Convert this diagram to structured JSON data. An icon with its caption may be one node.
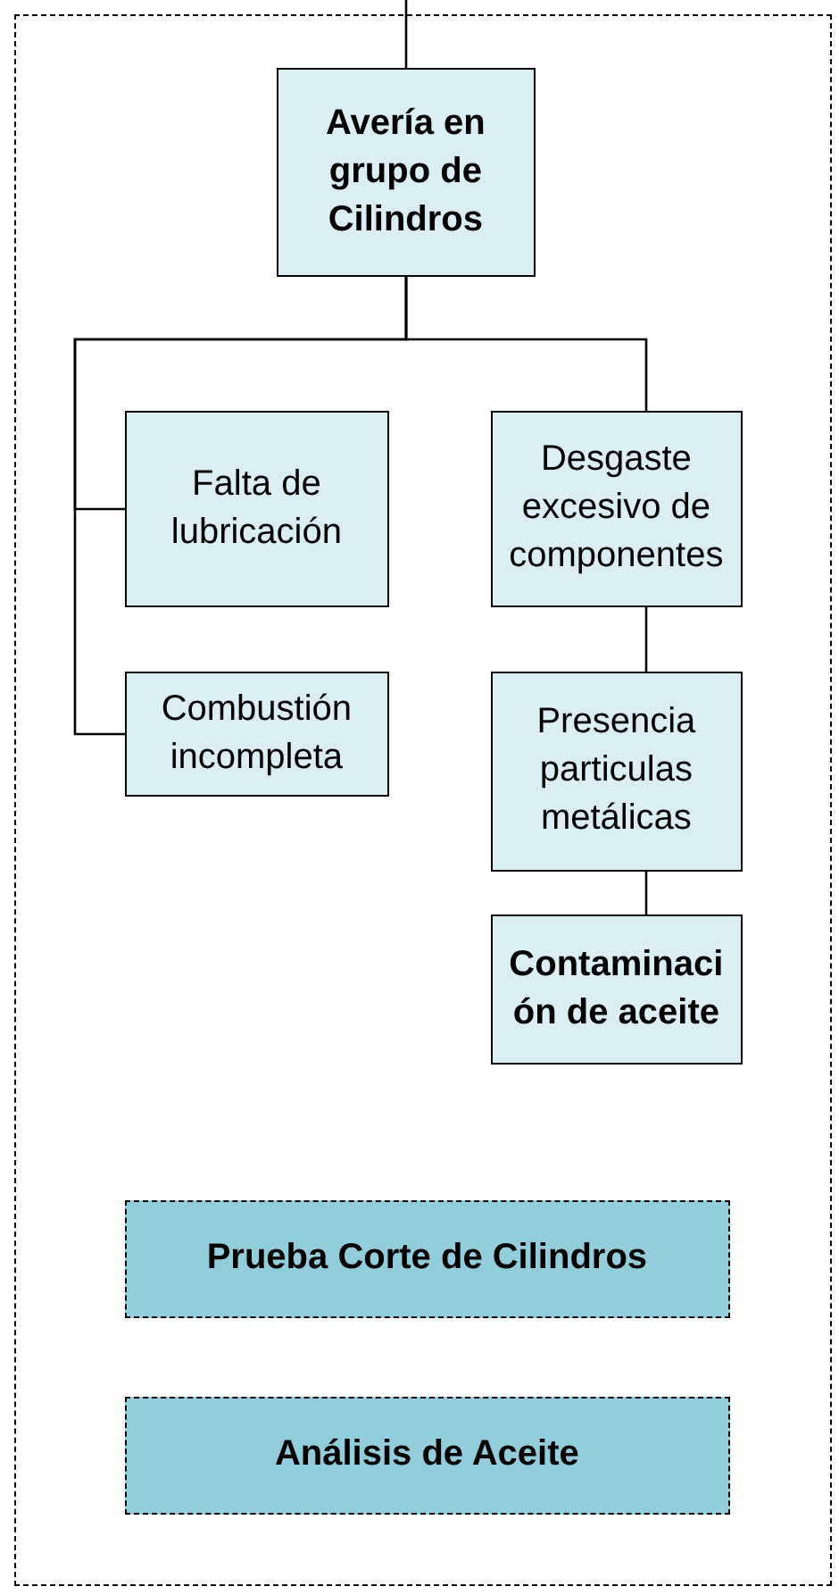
{
  "diagram": {
    "nodes": [
      {
        "text": [],
        "shape": "box"
      },
      {
        "text": [
          "Avería en grupo de Cilindros"
        ],
        "in": 0
      },
      {
        "text": [
          "Falta de lubricación"
        ],
        "in": 0
      },
      {
        "text": [
          "Desgaste excesivo de componentes"
        ],
        "in": 0
      },
      {
        "text": [
          "Combustión incompleta"
        ],
        "in": 0
      },
      {
        "text": [
          "Presencia particulas metálicas"
        ],
        "in": 0
      },
      {
        "text": [
          "Contaminación de aceite"
        ],
        "in": 0
      },
      {
        "text": [
          "Prueba Corte de Cilindros"
        ],
        "in": 0
      },
      {
        "text": [
          "Análisis de Aceite"
        ],
        "in": 0
      }
    ],
    "edges": [
      {
        "from": null,
        "to": 1,
        "arrow": "none"
      },
      {
        "from": 1,
        "to": 2,
        "arrow": "none"
      },
      {
        "from": 1,
        "to": 4,
        "arrow": "none"
      },
      {
        "from": 1,
        "to": 3,
        "arrow": "none"
      },
      {
        "from": 3,
        "to": 5,
        "arrow": "none"
      },
      {
        "from": 5,
        "to": 6,
        "arrow": "none"
      }
    ]
  }
}
